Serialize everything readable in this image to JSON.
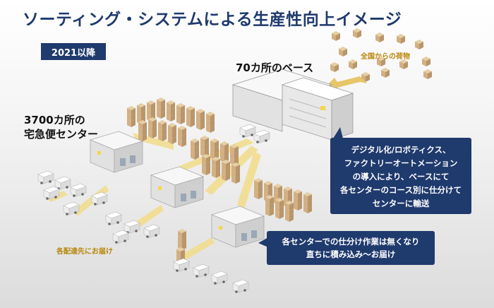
{
  "title": "ソーティング・システムによる生産性向上イメージ",
  "year_badge": "2021以降",
  "base_label": "70カ所のベース",
  "centers_label": [
    "3700カ所の",
    "宅急便センター"
  ],
  "cargo_label": "全国からの荷物",
  "delivery_label": "各配達先にお届け",
  "callout_1": [
    "デジタル化/ロボティクス、",
    "ファクトリーオートメーション",
    "の導入により、ベースにて",
    "各センターのコース別に仕分けて",
    "センターに輸送"
  ],
  "callout_2": [
    "各センターでの仕分け作業は無くなり",
    "直ちに積み込み～お届け"
  ],
  "colors": {
    "navy": "#1f3a6d",
    "box": "#d6b98c",
    "box_dark": "#b8956a",
    "flow_arrow": "#f2dd8a",
    "cargo_arrow": "#e7c66a"
  }
}
